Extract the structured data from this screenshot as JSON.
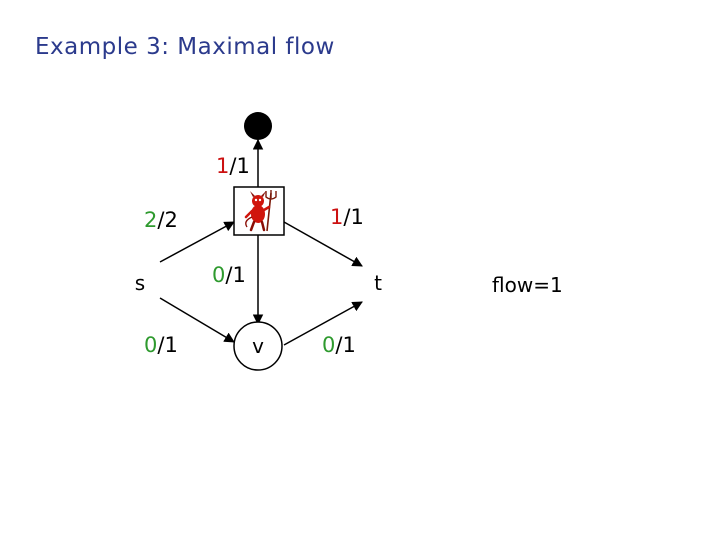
{
  "title": "Example 3: Maximal flow",
  "nodes": {
    "s": "s",
    "t": "t",
    "v": "v"
  },
  "edges": {
    "s_to_u": {
      "flow": "2",
      "cap": "/2"
    },
    "u_to_top": {
      "flow": "1",
      "cap": "/1"
    },
    "u_to_t": {
      "flow": "1",
      "cap": "/1"
    },
    "u_to_v": {
      "flow": "0",
      "cap": "/1"
    },
    "s_to_v": {
      "flow": "0",
      "cap": "/1"
    },
    "v_to_t": {
      "flow": "0",
      "cap": "/1"
    }
  },
  "flow_value": "flow=1",
  "colors": {
    "saturated": "#cc1111",
    "unsaturated": "#2e9a2e",
    "title": "#2b3a8c"
  },
  "icons": {
    "u_node": "devil-icon"
  }
}
